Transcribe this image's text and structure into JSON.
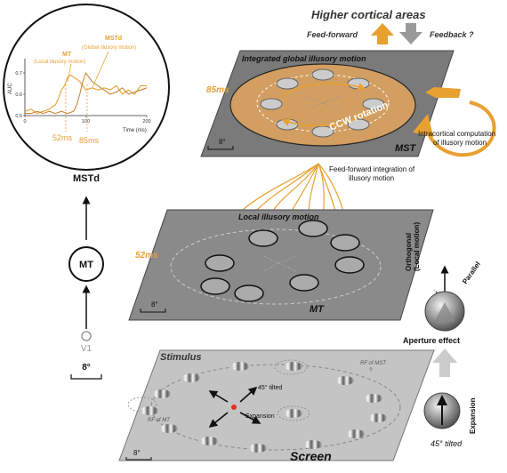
{
  "diagram": {
    "higher_areas": "Higher cortical areas",
    "feed_forward": "Feed-forward",
    "feedback": "Feedback ?",
    "mst_panel_title": "Integrated global illusory motion",
    "mst_latency": "85ms",
    "ccw_rotation": "CCW rotation",
    "mst_label": "MST",
    "scale_bar": "8°",
    "intracortical": [
      "Intracortical computation",
      "of illusory motion"
    ],
    "ff_integration": [
      "Feed-forward integration of",
      "illusory motion"
    ],
    "mt_panel_title": "Local illusory motion",
    "mt_latency": "52ms",
    "mt_label": "MT",
    "stimulus_title": "Stimulus",
    "screen_label": "Screen",
    "rf_mst": [
      "RF of MST",
      "?"
    ],
    "rf_mt": "RF of MT",
    "tilted_45": "45° tilted",
    "expansion": "Expansion",
    "aperture_effect": "Aperture effect",
    "orthogonal": [
      "Orthogonal",
      "(Local motion)"
    ],
    "parallel": "Parallel",
    "expansion_side": "Expansion",
    "tilted_bottom": "45° tilted"
  },
  "hierarchy": {
    "top": "MSTd",
    "middle": "MT",
    "bottom": "V1",
    "scale": "8°"
  },
  "inset_chart": {
    "series_labels": {
      "mt": [
        "MT",
        "(Local illusory motion)"
      ],
      "mst": [
        "MSTd",
        "(Global illusory motion)"
      ]
    },
    "ylabel": "AUC",
    "xlabel": "Time (ms)",
    "latency_mt": "52ms",
    "latency_mst": "85ms"
  },
  "chart_data": {
    "type": "line",
    "ylabel": "AUC",
    "xlabel": "Time (ms)",
    "xlim": [
      0,
      200
    ],
    "ylim": [
      0.5,
      0.75
    ],
    "xticks": [
      0,
      100,
      200
    ],
    "yticks": [
      0.5,
      0.6,
      0.7
    ],
    "series": [
      {
        "name": "MT",
        "x": [
          0,
          10,
          20,
          30,
          40,
          50,
          55,
          60,
          65,
          70,
          75,
          80,
          90,
          100,
          110,
          120,
          130,
          140,
          150,
          160,
          170,
          180,
          190,
          200
        ],
        "values": [
          0.52,
          0.53,
          0.51,
          0.52,
          0.53,
          0.55,
          0.58,
          0.62,
          0.64,
          0.68,
          0.69,
          0.68,
          0.66,
          0.62,
          0.63,
          0.62,
          0.63,
          0.62,
          0.64,
          0.6,
          0.62,
          0.6,
          0.64,
          0.64
        ]
      },
      {
        "name": "MSTd",
        "x": [
          0,
          10,
          20,
          30,
          40,
          50,
          60,
          70,
          80,
          85,
          90,
          95,
          100,
          110,
          120,
          130,
          140,
          150,
          160,
          170,
          180,
          190,
          200
        ],
        "values": [
          0.51,
          0.51,
          0.52,
          0.51,
          0.52,
          0.51,
          0.52,
          0.51,
          0.52,
          0.55,
          0.6,
          0.66,
          0.7,
          0.66,
          0.64,
          0.62,
          0.6,
          0.61,
          0.63,
          0.6,
          0.61,
          0.62,
          0.63
        ]
      }
    ]
  },
  "colors": {
    "orange": "#E8A030",
    "gray_panel": "#8a8a8a",
    "dark_panel": "#6f6f6f",
    "light_panel": "#bdbdbd",
    "red_dot": "#e03020"
  }
}
